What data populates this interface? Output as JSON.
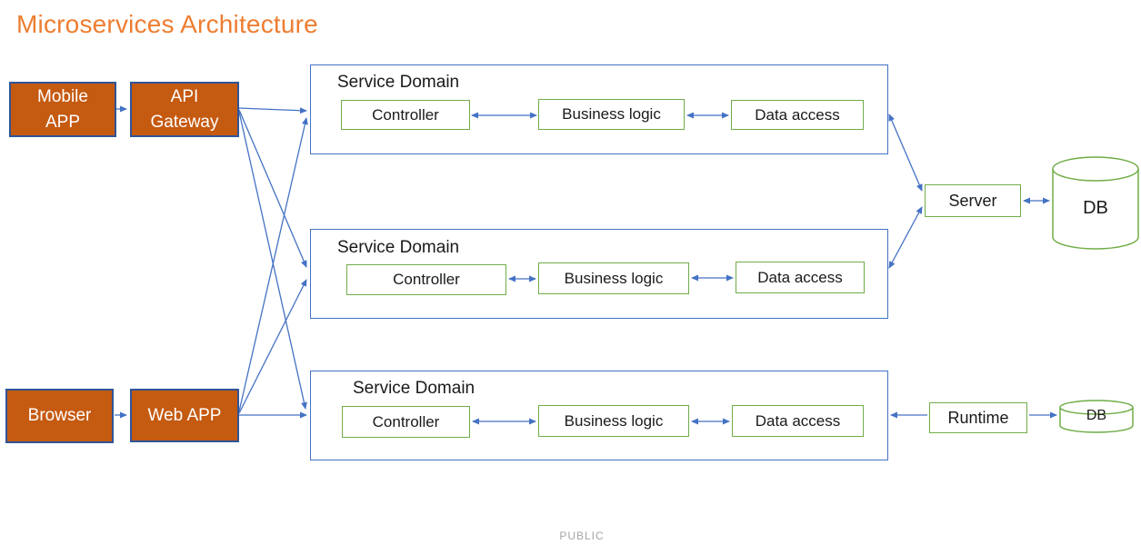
{
  "title": "Microservices Architecture",
  "clients": {
    "mobile_app": "Mobile\nAPP",
    "api_gateway": "API\nGateway",
    "browser": "Browser",
    "web_app": "Web APP"
  },
  "service_domains": [
    {
      "label": "Service Domain",
      "components": [
        "Controller",
        "Business logic",
        "Data access"
      ]
    },
    {
      "label": "Service Domain",
      "components": [
        "Controller",
        "Business logic",
        "Data access"
      ]
    },
    {
      "label": "Service Domain",
      "components": [
        "Controller",
        "Business logic",
        "Data access"
      ]
    }
  ],
  "backend": {
    "server": "Server",
    "runtime": "Runtime",
    "db_main": "DB",
    "db_runtime": "DB"
  },
  "footer": {
    "classification": "PUBLIC"
  },
  "colors": {
    "title": "#ED7D31",
    "client-fill": "#C55A11",
    "client-border": "#2F5597",
    "connector": "#4472C4",
    "domain-border": "#4472C4",
    "component-border": "#70AD47",
    "footer-text": "#A6A6A6",
    "text": "#1a1a1a"
  }
}
